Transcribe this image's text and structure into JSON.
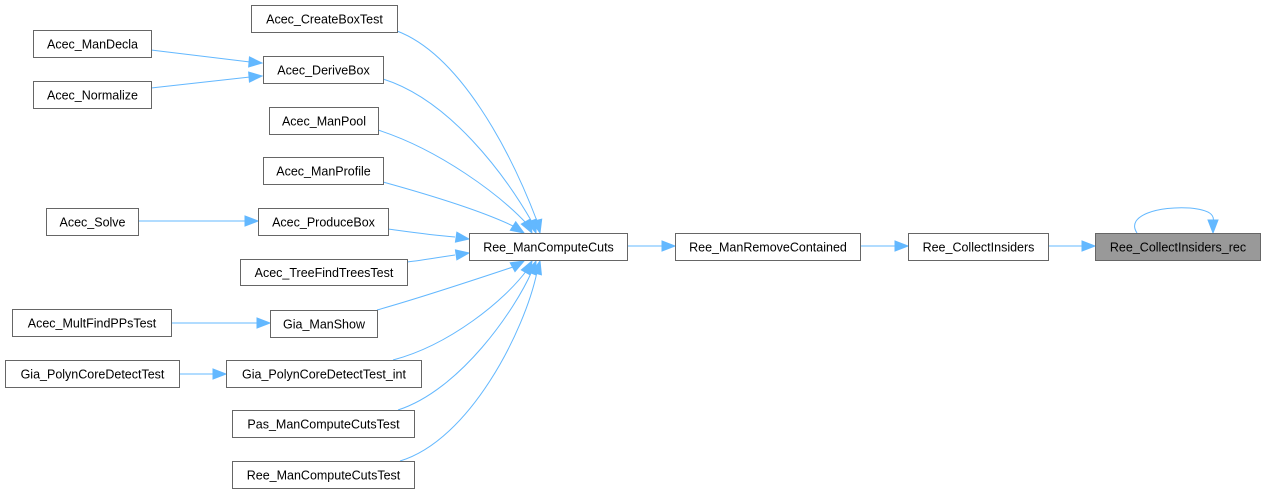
{
  "graph": {
    "type": "caller-graph",
    "edge_color": "#63b8ff",
    "node_border_color": "#666666",
    "current_node_fill": "#999999",
    "nodes": [
      {
        "id": "createboxtest",
        "label": "Acec_CreateBoxTest"
      },
      {
        "id": "mandecla",
        "label": "Acec_ManDecla"
      },
      {
        "id": "derivebox",
        "label": "Acec_DeriveBox"
      },
      {
        "id": "normalize",
        "label": "Acec_Normalize"
      },
      {
        "id": "manpool",
        "label": "Acec_ManPool"
      },
      {
        "id": "manprofile",
        "label": "Acec_ManProfile"
      },
      {
        "id": "solve",
        "label": "Acec_Solve"
      },
      {
        "id": "producebox",
        "label": "Acec_ProduceBox"
      },
      {
        "id": "treefindtreestest",
        "label": "Acec_TreeFindTreesTest"
      },
      {
        "id": "multfindppstest",
        "label": "Acec_MultFindPPsTest"
      },
      {
        "id": "manshow",
        "label": "Gia_ManShow"
      },
      {
        "id": "polyncoredetecttest",
        "label": "Gia_PolynCoreDetectTest"
      },
      {
        "id": "polyncoredetecttest_int",
        "label": "Gia_PolynCoreDetectTest_int"
      },
      {
        "id": "pas_mancomputecutstest",
        "label": "Pas_ManComputeCutsTest"
      },
      {
        "id": "ree_mancomputecutstest",
        "label": "Ree_ManComputeCutsTest"
      },
      {
        "id": "ree_mancomputecuts",
        "label": "Ree_ManComputeCuts"
      },
      {
        "id": "ree_manremovecontained",
        "label": "Ree_ManRemoveContained"
      },
      {
        "id": "ree_collectinsiders",
        "label": "Ree_CollectInsiders"
      },
      {
        "id": "ree_collectinsiders_rec",
        "label": "Ree_CollectInsiders_rec",
        "current": true
      }
    ],
    "edges": [
      {
        "from": "mandecla",
        "to": "derivebox"
      },
      {
        "from": "normalize",
        "to": "derivebox"
      },
      {
        "from": "solve",
        "to": "producebox"
      },
      {
        "from": "multfindppstest",
        "to": "manshow"
      },
      {
        "from": "polyncoredetecttest",
        "to": "polyncoredetecttest_int"
      },
      {
        "from": "createboxtest",
        "to": "ree_mancomputecuts"
      },
      {
        "from": "derivebox",
        "to": "ree_mancomputecuts"
      },
      {
        "from": "manpool",
        "to": "ree_mancomputecuts"
      },
      {
        "from": "manprofile",
        "to": "ree_mancomputecuts"
      },
      {
        "from": "producebox",
        "to": "ree_mancomputecuts"
      },
      {
        "from": "treefindtreestest",
        "to": "ree_mancomputecuts"
      },
      {
        "from": "manshow",
        "to": "ree_mancomputecuts"
      },
      {
        "from": "polyncoredetecttest_int",
        "to": "ree_mancomputecuts"
      },
      {
        "from": "pas_mancomputecutstest",
        "to": "ree_mancomputecuts"
      },
      {
        "from": "ree_mancomputecutstest",
        "to": "ree_mancomputecuts"
      },
      {
        "from": "ree_mancomputecuts",
        "to": "ree_manremovecontained"
      },
      {
        "from": "ree_manremovecontained",
        "to": "ree_collectinsiders"
      },
      {
        "from": "ree_collectinsiders",
        "to": "ree_collectinsiders_rec"
      },
      {
        "from": "ree_collectinsiders_rec",
        "to": "ree_collectinsiders_rec"
      }
    ]
  }
}
